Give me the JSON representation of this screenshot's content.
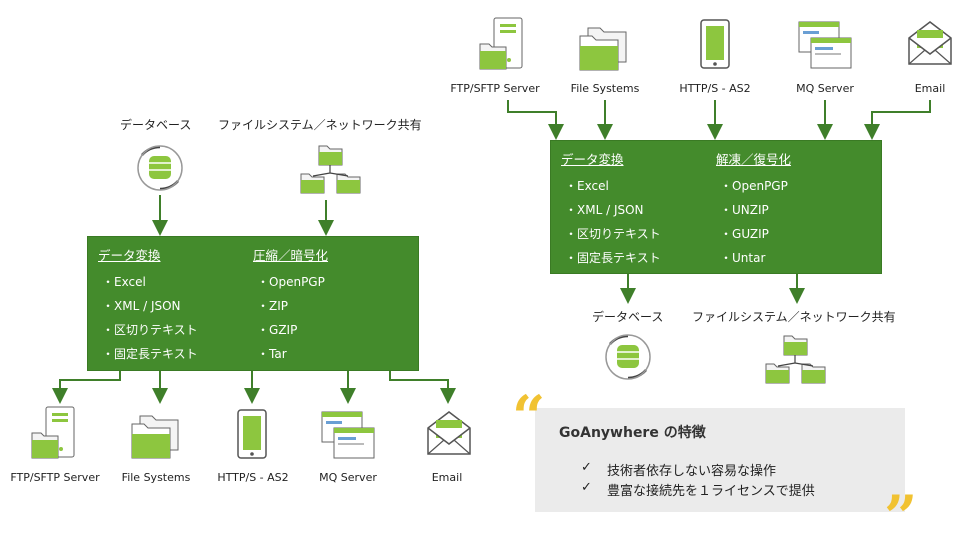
{
  "left_diagram": {
    "sources": [
      {
        "icon": "database-icon",
        "label": "データベース"
      },
      {
        "icon": "folder-network-icon",
        "label": "ファイルシステム／ネットワーク共有"
      }
    ],
    "box": {
      "col1_title": "データ変換",
      "col1_items": [
        "Excel",
        "XML / JSON",
        "区切りテキスト",
        "固定長テキスト"
      ],
      "col2_title": "圧縮／暗号化",
      "col2_items": [
        "OpenPGP",
        "ZIP",
        "GZIP",
        "Tar"
      ]
    },
    "targets": [
      {
        "icon": "server-folder-icon",
        "label": "FTP/SFTP Server"
      },
      {
        "icon": "folders-icon",
        "label": "File Systems"
      },
      {
        "icon": "tablet-icon",
        "label": "HTTP/S - AS2"
      },
      {
        "icon": "windows-icon",
        "label": "MQ Server"
      },
      {
        "icon": "email-icon",
        "label": "Email"
      }
    ]
  },
  "right_diagram": {
    "sources": [
      {
        "icon": "server-folder-icon",
        "label": "FTP/SFTP Server"
      },
      {
        "icon": "folders-icon",
        "label": "File Systems"
      },
      {
        "icon": "tablet-icon",
        "label": "HTTP/S - AS2"
      },
      {
        "icon": "windows-icon",
        "label": "MQ Server"
      },
      {
        "icon": "email-icon",
        "label": "Email"
      }
    ],
    "box": {
      "col1_title": "データ変換",
      "col1_items": [
        "Excel",
        "XML / JSON",
        "区切りテキスト",
        "固定長テキスト"
      ],
      "col2_title": "解凍／復号化",
      "col2_items": [
        "OpenPGP",
        "UNZIP",
        "GUZIP",
        "Untar"
      ]
    },
    "targets": [
      {
        "icon": "database-icon",
        "label": "データベース"
      },
      {
        "icon": "folder-network-icon",
        "label": "ファイルシステム／ネットワーク共有"
      }
    ]
  },
  "feature_panel": {
    "title": "GoAnywhere の特徴",
    "check_mark": "✓",
    "features": [
      "技術者依存しない容易な操作",
      "豊富な接続先を１ライセンスで提供"
    ]
  },
  "colors": {
    "green": "#448b2c",
    "arrow": "#3f7f2a",
    "icon_green": "#8dc63f",
    "icon_line": "#555555",
    "quote": "#f1c232",
    "panel": "#ebebeb"
  }
}
